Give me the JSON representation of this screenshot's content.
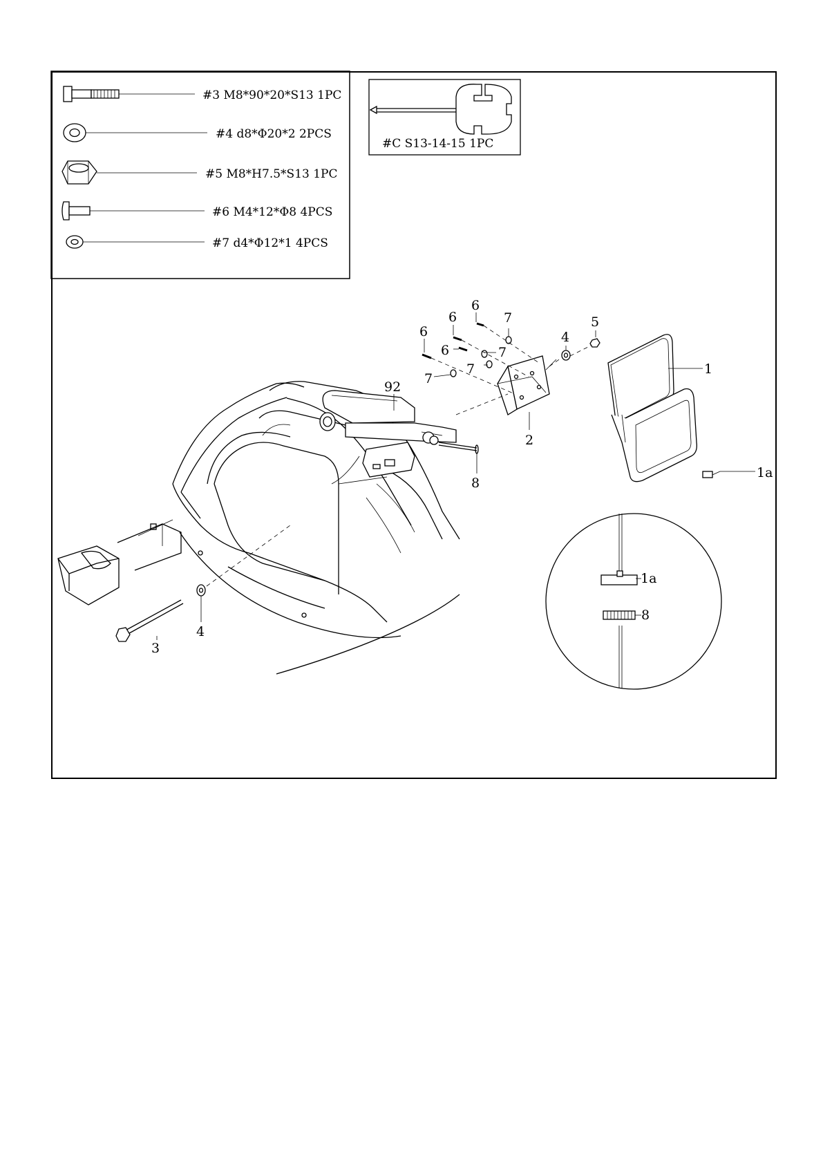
{
  "hardware": [
    {
      "id": "hw-3",
      "label": "#3 M8*90*20*S13 1PC",
      "icon": "bolt-icon"
    },
    {
      "id": "hw-4",
      "label": "#4 d8*Φ20*2 2PCS",
      "icon": "washer-icon"
    },
    {
      "id": "hw-5",
      "label": "#5 M8*H7.5*S13 1PC",
      "icon": "nut-icon"
    },
    {
      "id": "hw-6",
      "label": "#6 M4*12*Φ8 4PCS",
      "icon": "screw-icon"
    },
    {
      "id": "hw-7",
      "label": "#7 d4*Φ12*1 4PCS",
      "icon": "small-washer-icon"
    }
  ],
  "tool": {
    "label": "#C S13-14-15 1PC",
    "icon": "wrench-icon"
  },
  "callouts": {
    "c92": "92",
    "c1": "1",
    "c1a": "1a",
    "c2": "2",
    "c3": "3",
    "c4a": "4",
    "c4b": "4",
    "c5": "5",
    "c6a": "6",
    "c6b": "6",
    "c6c": "6",
    "c6d": "6",
    "c7a": "7",
    "c7b": "7",
    "c7c": "7",
    "c7d": "7",
    "c8": "8",
    "detail_1a": "1a",
    "detail_8": "8"
  }
}
